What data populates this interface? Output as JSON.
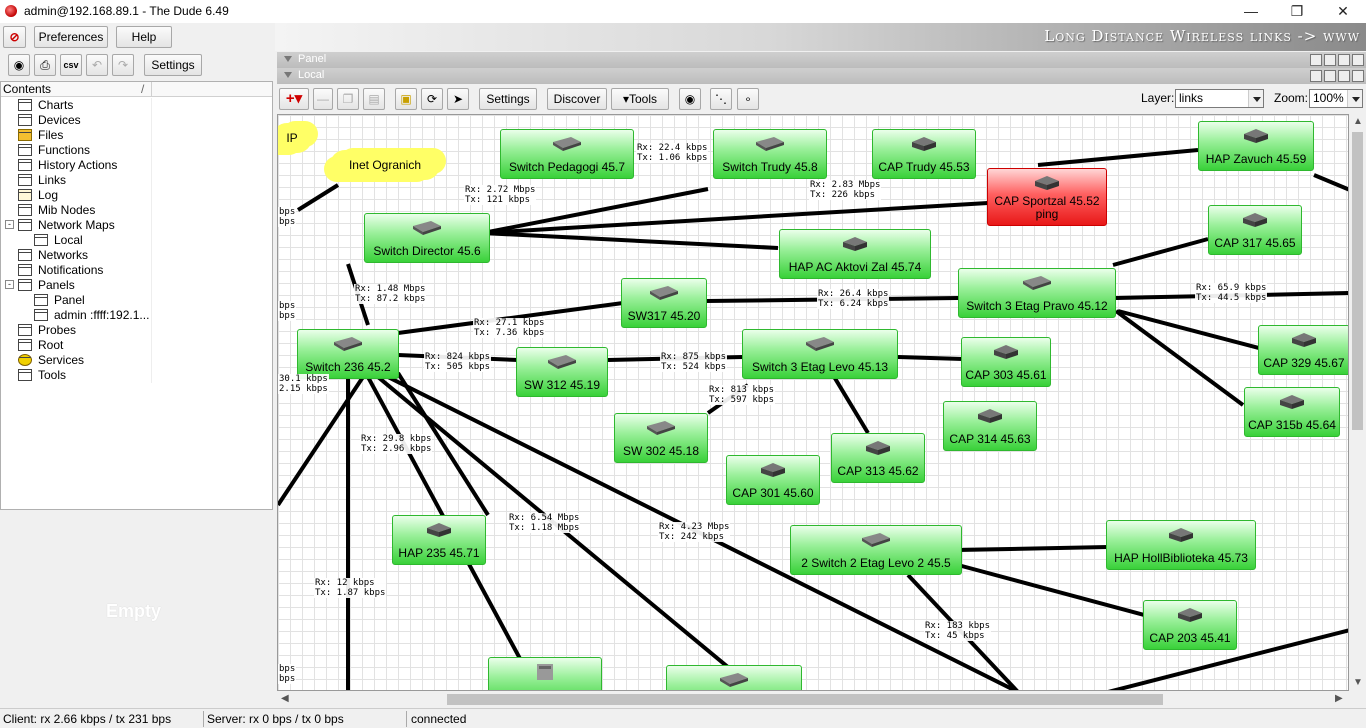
{
  "window": {
    "title": "admin@192.168.89.1 - The Dude 6.49"
  },
  "menu": {
    "preferences": "Preferences",
    "help": "Help"
  },
  "banner": {
    "text": "Long Distance Wireless links -> www"
  },
  "left_toolbar": {
    "settings": "Settings",
    "csv": "csv"
  },
  "contents": {
    "header": "Contents",
    "items": [
      {
        "label": "Charts"
      },
      {
        "label": "Devices"
      },
      {
        "label": "Files"
      },
      {
        "label": "Functions"
      },
      {
        "label": "History Actions"
      },
      {
        "label": "Links"
      },
      {
        "label": "Log"
      },
      {
        "label": "Mib Nodes"
      },
      {
        "label": "Network Maps"
      },
      {
        "label": "Local"
      },
      {
        "label": "Networks"
      },
      {
        "label": "Notifications"
      },
      {
        "label": "Panels"
      },
      {
        "label": "Panel"
      },
      {
        "label": "admin :ffff:192.1..."
      },
      {
        "label": "Probes"
      },
      {
        "label": "Root"
      },
      {
        "label": "Services"
      },
      {
        "label": "Tools"
      }
    ],
    "empty_label": "Empty"
  },
  "panels": {
    "panel": "Panel",
    "local": "Local"
  },
  "map_toolbar": {
    "settings": "Settings",
    "discover": "Discover",
    "tools": "Tools",
    "layer_label": "Layer:",
    "layer_value": "links",
    "zoom_label": "Zoom:",
    "zoom_value": "100%"
  },
  "map": {
    "clouds": [
      {
        "label": "IP"
      },
      {
        "label": "Inet Ogranich"
      }
    ],
    "nodes": [
      {
        "name": "Switch Pedagogi 45.7"
      },
      {
        "name": "Switch Trudy 45.8"
      },
      {
        "name": "CAP Trudy 45.53"
      },
      {
        "name": "HAP Zavuch 45.59"
      },
      {
        "name": "CAP Sportzal 45.52",
        "status": "ping"
      },
      {
        "name": "Switch Director 45.6"
      },
      {
        "name": "HAP AC Aktovi Zal 45.74"
      },
      {
        "name": "CAP 317 45.65"
      },
      {
        "name": "SW317 45.20"
      },
      {
        "name": "Switch 3 Etag Pravo 45.12"
      },
      {
        "name": "Switch 236 45.2"
      },
      {
        "name": "SW 312 45.19"
      },
      {
        "name": "Switch 3 Etag Levo 45.13"
      },
      {
        "name": "CAP 303 45.61"
      },
      {
        "name": "CAP 329 45.67"
      },
      {
        "name": "CAP 315b 45.64"
      },
      {
        "name": "SW 302 45.18"
      },
      {
        "name": "CAP 314 45.63"
      },
      {
        "name": "CAP 313 45.62"
      },
      {
        "name": "CAP 301 45.60"
      },
      {
        "name": "HAP 235 45.71"
      },
      {
        "name": "2 Switch 2 Etag Levo 2 45.5"
      },
      {
        "name": "HAP HollBiblioteka 45.73"
      },
      {
        "name": "CAP 203 45.41"
      },
      {
        "name": ""
      },
      {
        "name": ""
      }
    ],
    "links": [
      {
        "rx": "Rx: 22.4 kbps",
        "tx": "Tx: 1.06 kbps"
      },
      {
        "rx": "Rx: 2.72 Mbps",
        "tx": "Tx: 121 kbps"
      },
      {
        "rx": "Rx: 2.83 Mbps",
        "tx": "Tx: 226 kbps"
      },
      {
        "rx": "Rx: 1.48 Mbps",
        "tx": "Tx: 87.2 kbps"
      },
      {
        "rx": "Rx: 27.1 kbps",
        "tx": "Tx: 7.36 kbps"
      },
      {
        "rx": "Rx: 26.4 kbps",
        "tx": "Tx: 6.24 kbps"
      },
      {
        "rx": "Rx: 65.9 kbps",
        "tx": "Tx: 44.5 kbps"
      },
      {
        "rx": "Rx: 824 kbps",
        "tx": "Tx: 505 kbps"
      },
      {
        "rx": "Rx: 875 kbps",
        "tx": "Tx: 524 kbps"
      },
      {
        "rx": "Rx: 813 kbps",
        "tx": "Tx: 597 kbps"
      },
      {
        "rx": "Rx: 29.8 kbps",
        "tx": "Tx: 2.96 kbps"
      },
      {
        "rx": "Rx: 6.54 Mbps",
        "tx": "Tx: 1.18 Mbps"
      },
      {
        "rx": "Rx: 4.23 Mbps",
        "tx": "Tx: 242 kbps"
      },
      {
        "rx": "Rx: 12 kbps",
        "tx": "Tx: 1.87 kbps"
      },
      {
        "rx": "Rx: 183 kbps",
        "tx": "Tx: 45 kbps"
      }
    ],
    "edge_labels": [
      {
        "rx": "bps",
        "tx": "bps"
      },
      {
        "rx": "bps",
        "tx": "bps"
      },
      {
        "rx": "30.1 kbps",
        "tx": "2.15 kbps"
      },
      {
        "rx": "bps",
        "tx": "bps"
      }
    ]
  },
  "status": {
    "client": "Client: rx 2.66 kbps / tx 231 bps",
    "server": "Server: rx 0 bps / tx 0 bps",
    "connection": "connected"
  },
  "colors": {
    "node_up": "#39d139",
    "node_down": "#e81818",
    "cloud": "#ffff66",
    "link": "#000000"
  }
}
